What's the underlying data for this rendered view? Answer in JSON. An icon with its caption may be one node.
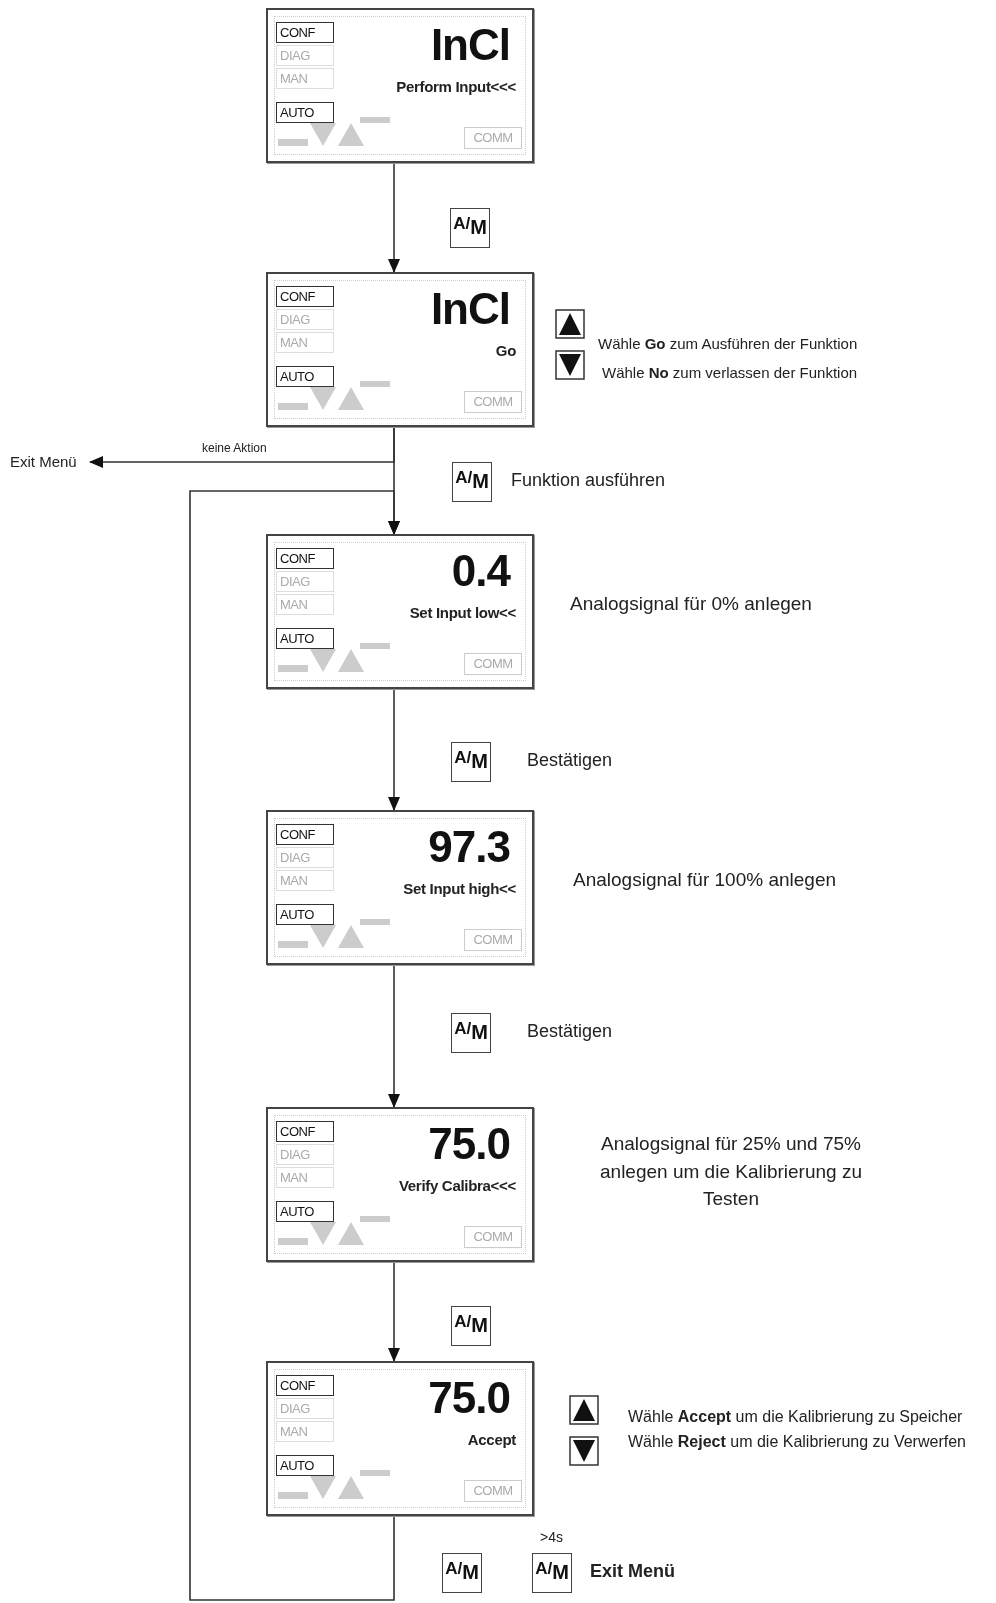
{
  "diagram": {
    "nodes": [
      {
        "text": [
          "CONF",
          "DIAG",
          "MAN",
          "AUTO",
          "InCl",
          "Perform Input<<<",
          "COMM"
        ]
      },
      {
        "text": [
          "A/$_{M}$"
        ]
      },
      {
        "text": [
          "CONF",
          "DIAG",
          "MAN",
          "AUTO",
          "InCl",
          "Go",
          "COMM"
        ]
      },
      {
        "text": [
          "Exit Menü"
        ]
      },
      {
        "text": [
          "A/$_{M}$"
        ],
        "beside": [
          "Funktion ausführen"
        ]
      },
      {
        "text": [
          "CONF",
          "DIAG",
          "MAN",
          "AUTO",
          "0.4",
          "Set Input low<<",
          "COMM"
        ]
      },
      {
        "text": [
          "A/$_{M}$"
        ],
        "beside": [
          "Bestätigen"
        ]
      },
      {
        "text": [
          "CONF",
          "DIAG",
          "MAN",
          "AUTO",
          "97.3",
          "Set Input high<<",
          "COMM"
        ]
      },
      {
        "text": [
          "A/$_{M}$"
        ],
        "beside": [
          "Bestätigen"
        ]
      },
      {
        "text": [
          "CONF",
          "DIAG",
          "MAN",
          "AUTO",
          "75.0",
          "Verify Calibra<<<",
          "COMM"
        ]
      },
      {
        "text": [
          "A/$_{M}$"
        ]
      },
      {
        "text": [
          "CONF",
          "DIAG",
          "MAN",
          "AUTO",
          "75.0",
          "Accept",
          "COMM"
        ]
      },
      {
        "text": [
          "A/$_{M}$"
        ]
      },
      {
        "text": [
          "A/$_{M}$"
        ],
        "beside": [
          ">4s",
          "Exit Menü"
        ]
      }
    ],
    "edges": [
      {
        "from": 0,
        "to": 2,
        "arrow": "to"
      },
      {
        "from": 2,
        "to": 5,
        "arrow": "to"
      },
      {
        "from": 2,
        "to": 3,
        "arrow": "to",
        "label": "keine Aktion"
      },
      {
        "from": 5,
        "to": 7,
        "arrow": "to"
      },
      {
        "from": 7,
        "to": 9,
        "arrow": "to"
      },
      {
        "from": 9,
        "to": 11,
        "arrow": "to"
      },
      {
        "from": 11,
        "to": 5,
        "arrow": "to"
      }
    ],
    "labels": [
      "Wähle **Go** zum Ausführen der Funktion",
      "Wähle **No** zum verlassen der Funktion",
      "Analogsignal für 0% anlegen",
      "Analogsignal für 100% anlegen",
      "Analogsignal für 25% und 75% anlegen um die Kalibrierung zu Testen",
      "Wähle **Accept** um die Kalibrierung zu  Speicher",
      "Wähle **Reject** um die Kalibrierung zu  Verwerfen"
    ]
  }
}
